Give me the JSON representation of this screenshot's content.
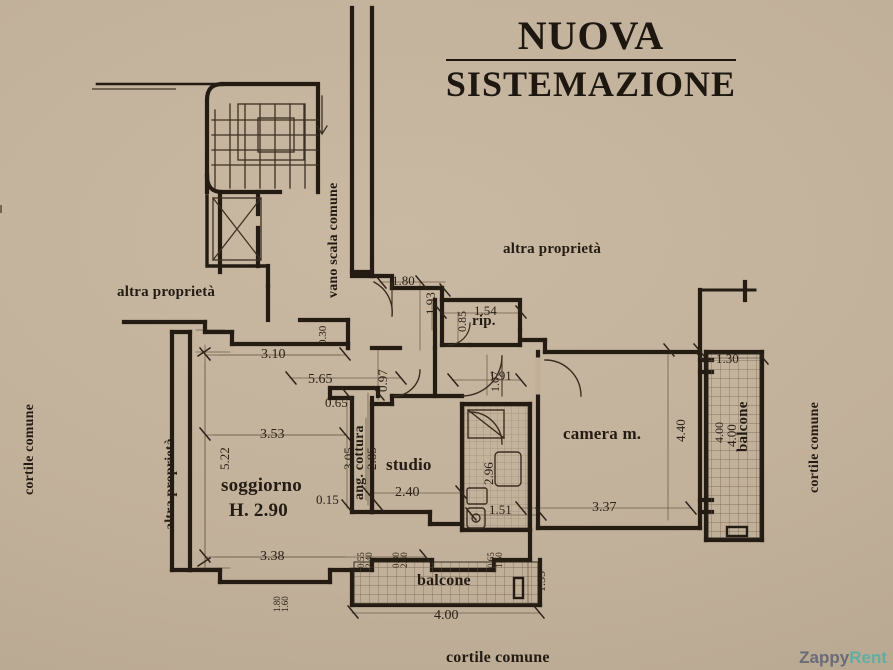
{
  "title": {
    "line1": "NUOVA",
    "line2": "SISTEMAZIONE"
  },
  "watermark": {
    "part1": "Zappy",
    "part2": "Rent"
  },
  "rooms": [
    {
      "name": "soggiorno",
      "label": "soggiorno",
      "height_label": "H. 2.90"
    },
    {
      "name": "ang-cottura",
      "label": "ang. cottura"
    },
    {
      "name": "studio",
      "label": "studio"
    },
    {
      "name": "camera-matrimoniale",
      "label": "camera m."
    },
    {
      "name": "ripostiglio",
      "label": "rip."
    },
    {
      "name": "balcone-sud",
      "label": "balcone"
    },
    {
      "name": "balcone-est",
      "label": "balcone"
    }
  ],
  "context_labels": {
    "stairwell": "vano scala comune",
    "other_property_left": "altra proprietà",
    "other_property_top_left": "altra proprietà",
    "other_property_top_right": "altra proprietà",
    "courtyard_left": "cortile comune",
    "courtyard_right": "cortile comune",
    "courtyard_bottom": "cortile comune"
  },
  "dimensions": {
    "soggiorno_top": "3.10",
    "soggiorno_mid": "3.53",
    "soggiorno_bottom": "3.38",
    "soggiorno_left_vert": "5.22",
    "corridor_run": "5.65",
    "kitchen_nook_w": "0.65",
    "kitchen_nook_d": "0.15",
    "kitchen_vert": "3.05",
    "studio_vert": "2.85",
    "studio_w": "2.40",
    "door_entry": "1.80",
    "entry_vert": "1.93",
    "entry_small": "0.30",
    "hall_vert": "0.97",
    "rip_w": "1.54",
    "rip_h": "0.85",
    "hall_b": "1.07",
    "hall_c": "1.91",
    "bath_vert": "2.96",
    "bath_w": "1.51",
    "camera_w": "3.37",
    "camera_vert": "4.40",
    "balcony_e_w": "1.30",
    "balcony_e_l": "4.00",
    "balcony_s_l": "4.00",
    "balcony_s_d": "1.35",
    "win_a_top": "0.55",
    "win_a_bot": "2.40",
    "win_b_top": "0.80",
    "win_b_bot": "2.40",
    "win_c_top": "0.65",
    "win_c_bot": "1.50",
    "win_d_top": "1.80",
    "win_d_bot": "1.60",
    "camera_inner_vert": "4.00"
  }
}
